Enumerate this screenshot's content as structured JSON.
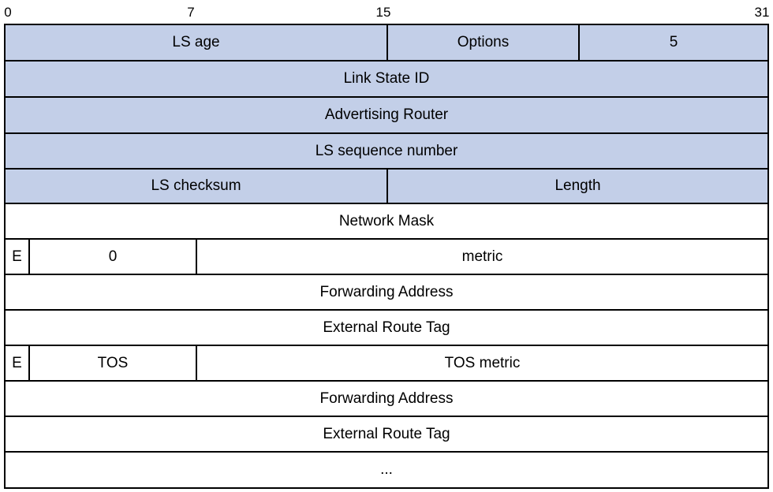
{
  "bit_markers": [
    "0",
    "7",
    "15",
    "31"
  ],
  "header_rows": [
    {
      "cells": [
        "LS age",
        "Options",
        "5"
      ]
    },
    {
      "cells": [
        "Link State ID"
      ]
    },
    {
      "cells": [
        "Advertising Router"
      ]
    },
    {
      "cells": [
        "LS sequence number"
      ]
    },
    {
      "cells": [
        "LS checksum",
        "Length"
      ]
    }
  ],
  "body_rows": [
    {
      "cells": [
        "Network Mask"
      ]
    },
    {
      "cells": [
        "E",
        "0",
        "metric"
      ]
    },
    {
      "cells": [
        "Forwarding Address"
      ]
    },
    {
      "cells": [
        "External Route Tag"
      ]
    },
    {
      "cells": [
        "E",
        "TOS",
        "TOS metric"
      ]
    },
    {
      "cells": [
        "Forwarding Address"
      ]
    },
    {
      "cells": [
        "External Route Tag"
      ]
    },
    {
      "cells": [
        "..."
      ]
    }
  ],
  "colors": {
    "header_fill": "#c3cfe8",
    "body_fill": "#ffffff",
    "border": "#000000"
  }
}
